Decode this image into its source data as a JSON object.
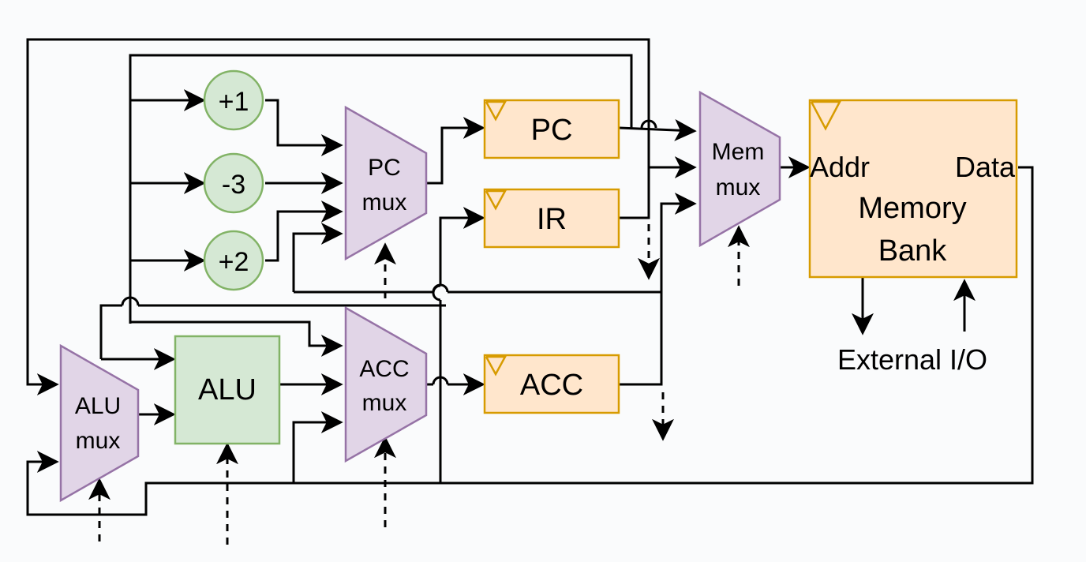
{
  "nodes": {
    "inc1": "+1",
    "dec3": "-3",
    "inc2": "+2",
    "pc_mux": [
      "PC",
      "mux"
    ],
    "acc_mux": [
      "ACC",
      "mux"
    ],
    "alu_mux": [
      "ALU",
      "mux"
    ],
    "mem_mux": [
      "Mem",
      "mux"
    ],
    "alu": "ALU",
    "pc": "PC",
    "ir": "IR",
    "acc": "ACC",
    "memory": {
      "addr_port": "Addr",
      "data_port": "Data",
      "title": [
        "Memory",
        "Bank"
      ]
    },
    "external_io": "External I/O"
  },
  "colors": {
    "mux_fill": "#e1d5e7",
    "mux_stroke": "#9673a6",
    "register_fill": "#ffe6cc",
    "register_stroke": "#d79b00",
    "alu_fill": "#d5e8d4",
    "alu_stroke": "#82b366"
  }
}
